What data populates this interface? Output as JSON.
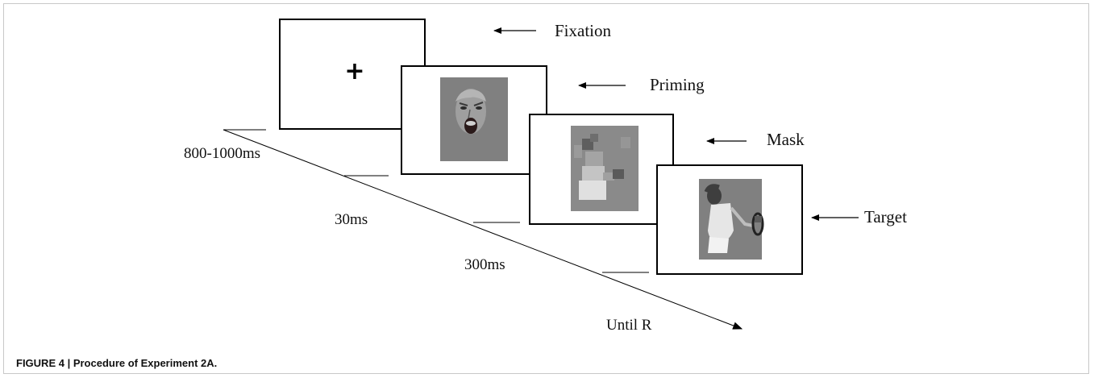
{
  "stages": [
    {
      "name": "Fixation",
      "symbol": "+"
    },
    {
      "name": "Priming"
    },
    {
      "name": "Mask"
    },
    {
      "name": "Target"
    }
  ],
  "durations": [
    "800-1000ms",
    "30ms",
    "300ms",
    "Until R"
  ],
  "caption": "FIGURE 4 | Procedure of Experiment 2A.",
  "colors": {
    "frame_border": "#000000",
    "stimulus_background": "#808080",
    "caption_text": "#111111"
  },
  "stimulus_images": [
    "angry-face-image",
    "scrambled-athlete-mask-image",
    "tennis-player-image"
  ]
}
